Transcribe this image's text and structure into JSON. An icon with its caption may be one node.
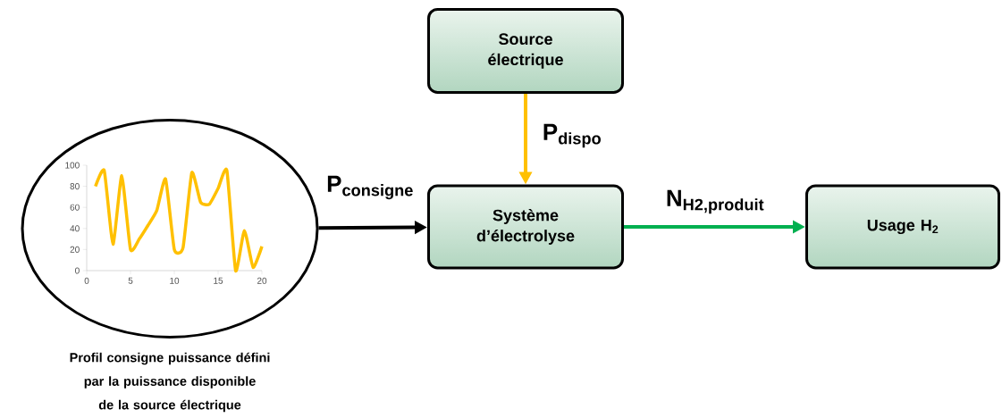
{
  "diagram": {
    "nodes": [
      {
        "text": [],
        "shape": "circle",
        "beside": [
          "Profil consigne puissance défini par la puissance disponible de la source électrique"
        ]
      },
      {
        "text": [
          "Source électrique"
        ]
      },
      {
        "text": [
          "Système d’électrolyse"
        ]
      },
      {
        "text": [
          "Usage H$_{2}$"
        ]
      }
    ],
    "edges": [
      {
        "from": 0,
        "to": 2,
        "arrow": "to",
        "label": "\\text{P}_{\\text{consigne}}"
      },
      {
        "from": 1,
        "to": 2,
        "arrow": "to",
        "label": "\\text{P}_{\\text{dispo}}",
        "color": "#ffc000"
      },
      {
        "from": 2,
        "to": 3,
        "arrow": "to",
        "label": "\\text{N}_{\\text{H2,produit}}",
        "color": "#00b050"
      }
    ],
    "chart_data": {
      "type": "line",
      "x": [
        1,
        2,
        3,
        4,
        5,
        6,
        7,
        8,
        9,
        10,
        11,
        12,
        13,
        14,
        15,
        16,
        17,
        18,
        19,
        20
      ],
      "series": [
        {
          "color": "#ffc000",
          "values": [
            80,
            95,
            25,
            90,
            20,
            30,
            43,
            57,
            87,
            20,
            22,
            93,
            65,
            63,
            78,
            95,
            0,
            38,
            3,
            23
          ]
        }
      ],
      "xlim": [
        0,
        20
      ],
      "ylim": [
        0,
        100
      ],
      "xticks": [
        0,
        5,
        10,
        15,
        20
      ],
      "yticks": [
        0,
        20,
        40,
        60,
        80,
        100
      ]
    }
  }
}
